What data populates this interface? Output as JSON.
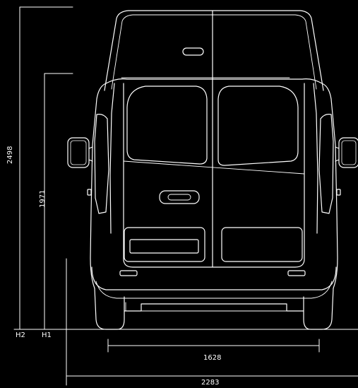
{
  "drawing": {
    "background": "#000000",
    "line_color": "#ffffff",
    "dimensions": {
      "overall_height": "2498",
      "body_height": "1971",
      "rear_track": "1628",
      "overall_width": "2283"
    },
    "variant_labels": {
      "h2": "H2",
      "h1": "H1"
    }
  }
}
